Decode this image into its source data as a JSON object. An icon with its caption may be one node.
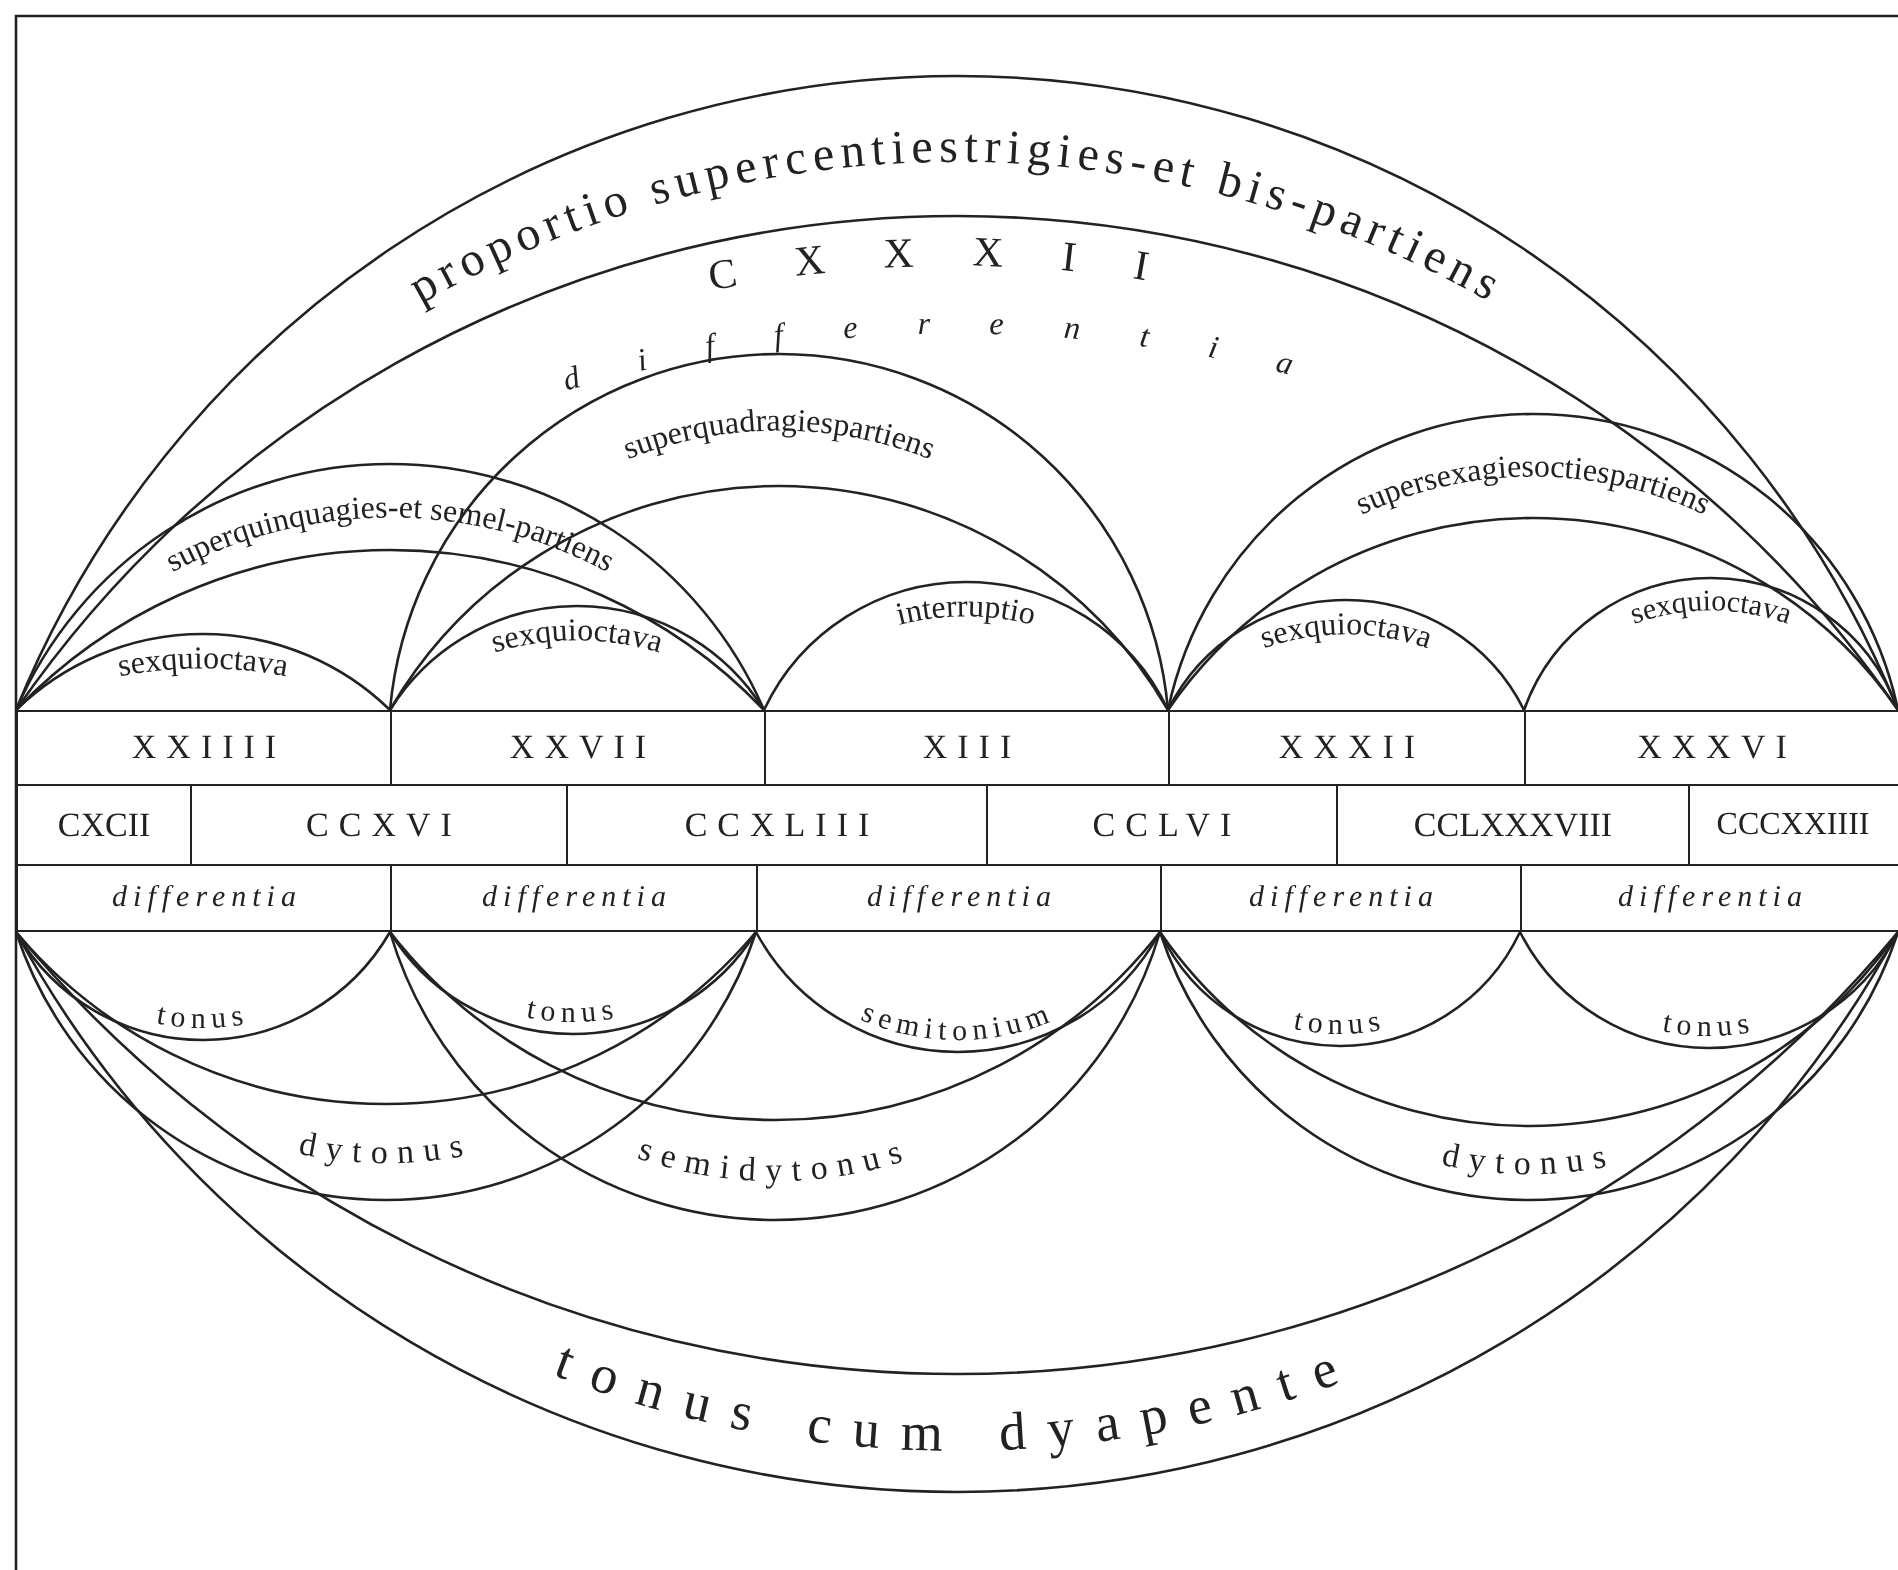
{
  "diagram": {
    "labels": [
      "proportio supercentiestrigies-et bis-partiens",
      "CXXXII",
      "differentia",
      "superquadragiespartiens",
      "supersexagiesoctiespartiens",
      "superquinquagies-et semel-partiens",
      "interruptio",
      "sexquioctava",
      "sexquioctava",
      "sexquioctava",
      "sexquioctava",
      "XXIIII",
      "XXVII",
      "XIII",
      "XXXII",
      "XXXVI",
      "CXCII",
      "CCXVI",
      "CCXLIII",
      "CCLVI",
      "CCLXXXVIII",
      "CCCXXIIII",
      "differentia",
      "differentia",
      "differentia",
      "differentia",
      "differentia",
      "tonus",
      "tonus",
      "semitonium",
      "tonus",
      "tonus",
      "dytonus",
      "semidytonus",
      "dytonus",
      "tonus cum dyapente"
    ]
  }
}
